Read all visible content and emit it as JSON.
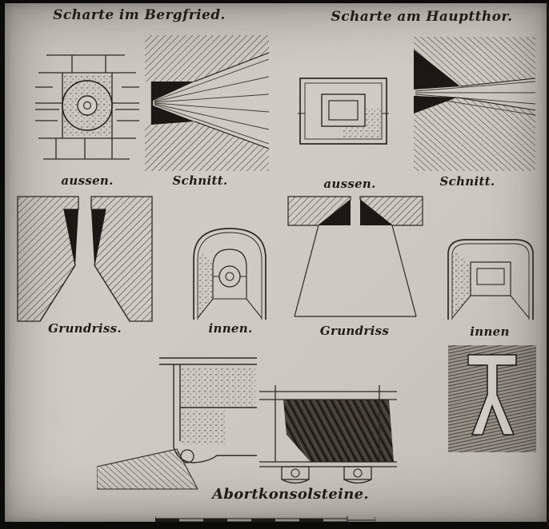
{
  "plate": {
    "title_left": "Scharte im Bergfried.",
    "title_right": "Scharte am Hauptthor.",
    "bottom_label": "Abortkonsolsteine."
  },
  "figures": {
    "bergfried": {
      "aussen_label": "aussen.",
      "schnitt_label": "Schnitt.",
      "grundriss_label": "Grundriss.",
      "innen_label": "innen."
    },
    "hauptthor": {
      "aussen_label": "aussen.",
      "schnitt_label": "Schnitt.",
      "grundriss_label": "Grundriss",
      "innen_label": "innen"
    }
  },
  "colors": {
    "paper": "#cbc8c1",
    "ink": "#1b1916",
    "frame": "#0b0b0a"
  }
}
